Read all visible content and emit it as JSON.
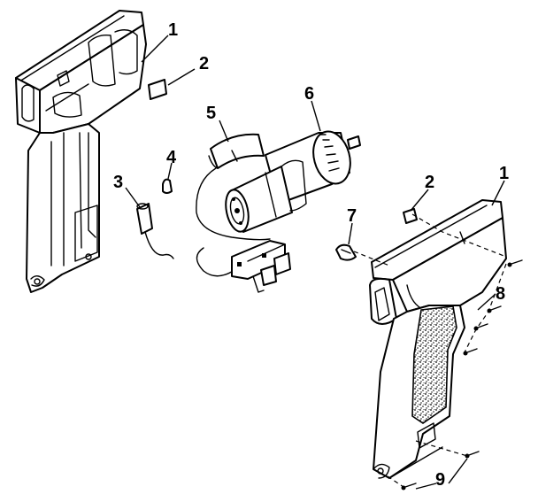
{
  "callouts": {
    "left_housing": "1",
    "left_clip": "2",
    "brush_tube": "3",
    "brush_cap": "4",
    "motor_mount": "5",
    "motor": "6",
    "right_clip": "2",
    "right_housing": "1",
    "terminal": "7",
    "screws_side": "8",
    "screws_bottom": "9"
  }
}
